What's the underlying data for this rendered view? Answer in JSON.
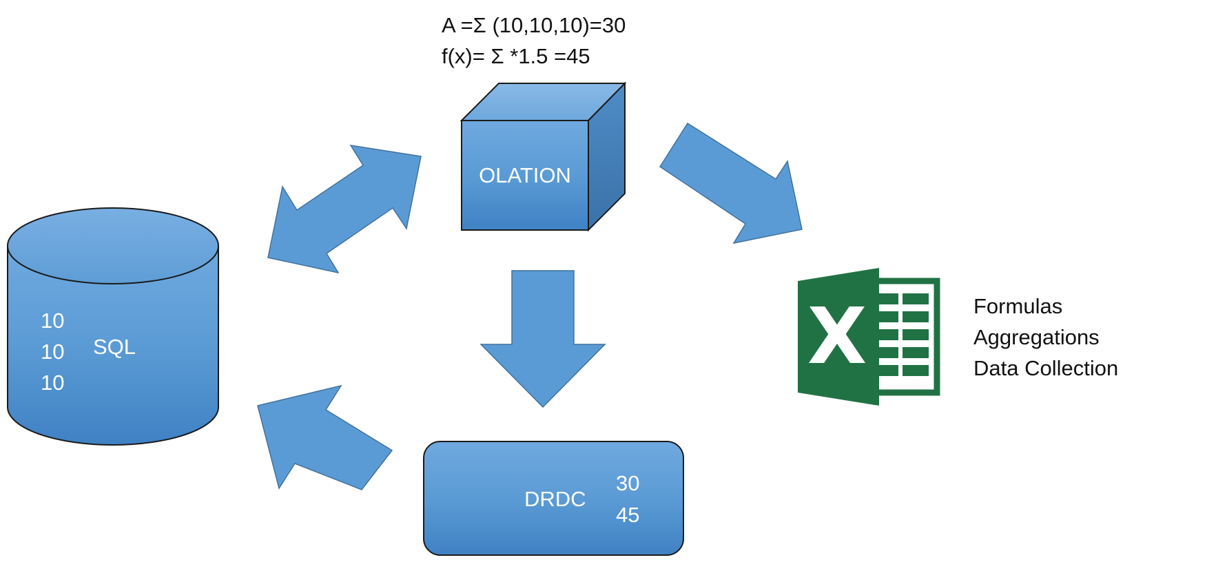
{
  "formula": {
    "line1": "A =Σ (10,10,10)=30",
    "line2": "f(x)= Σ *1.5 =45"
  },
  "cube": {
    "label": "OLATION"
  },
  "database": {
    "label": "SQL",
    "values": [
      "10",
      "10",
      "10"
    ]
  },
  "drdc": {
    "label": "DRDC",
    "values": [
      "30",
      "45"
    ]
  },
  "excel": {
    "letter": "X",
    "features": [
      "Formulas",
      "Aggregations",
      "Data Collection"
    ]
  },
  "colors": {
    "shape_fill": "#5b9bd5",
    "shape_stroke": "#1a1a1a",
    "arrow_fill": "#5b9bd5",
    "arrow_stroke": "#41719c",
    "excel_green": "#207245",
    "excel_dark": "#185c37"
  }
}
